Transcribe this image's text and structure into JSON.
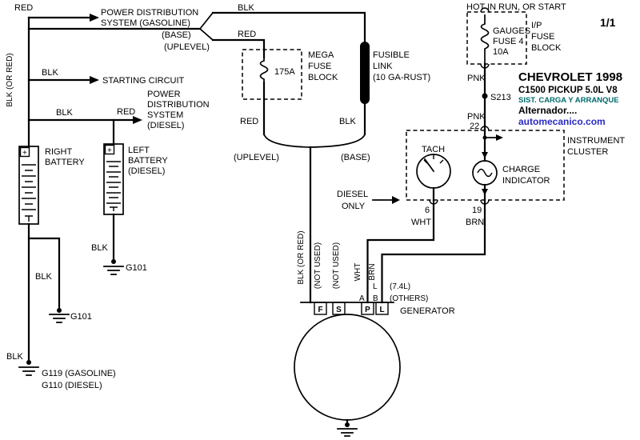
{
  "palette": {
    "line": "#000000",
    "background": "#ffffff",
    "system_text": "#006b6b",
    "site_text": "#2b2bc4"
  },
  "header": {
    "hot": "HOT IN RUN, OR START",
    "page": "1/1",
    "brand": "CHEVROLET 1998",
    "model": "C1500 PICKUP  5.0L  V8",
    "system": "SIST. CARGA Y ARRANQUE",
    "subsystem": "Alternador....",
    "site": "automecanico.com"
  },
  "fuse_block": {
    "fuse1": "GAUGES",
    "fuse2": "FUSE 4",
    "fuse3": "10A",
    "name1": "I/P",
    "name2": "FUSE",
    "name3": "BLOCK"
  },
  "cluster": {
    "name1": "INSTRUMENT",
    "name2": "CLUSTER",
    "tach": "TACH",
    "charge1": "CHARGE",
    "charge2": "INDICATOR",
    "pin_top": "22",
    "splice": "S213",
    "pnk1": "PNK",
    "pnk2": "PNK",
    "pin6": "6",
    "pin6_wire": "WHT",
    "pin19": "19",
    "pin19_wire": "BRN"
  },
  "left": {
    "red_top": "RED",
    "pds_gas1": "POWER DISTRIBUTION",
    "pds_gas2": "SYSTEM  (GASOLINE)",
    "base_top": "(BASE)",
    "uplevel_top": "(UPLEVEL)",
    "blk_feed": "BLK",
    "red_feed": "RED",
    "vert_label": "BLK (OR RED)",
    "blk_start": "BLK",
    "starting": "STARTING CIRCUIT",
    "blk_diesel": "BLK",
    "red_diesel": "RED",
    "pds_d1": "POWER",
    "pds_d2": "DISTRIBUTION",
    "pds_d3": "SYSTEM",
    "pds_d4": "(DIESEL)",
    "rb1": "RIGHT",
    "rb2": "BATTERY",
    "lb1": "LEFT",
    "lb2": "BATTERY",
    "lb3": "(DIESEL)",
    "rb_plus": "+",
    "lb_plus": "+",
    "blk_lb_gnd": "BLK",
    "g101_l": "G101",
    "blk_br_gnd": "BLK",
    "g101_r": "G101",
    "blk_main_gnd": "BLK",
    "g119": "G119 (GASOLINE)",
    "g110": "G110 (DIESEL)"
  },
  "center": {
    "mega1": "MEGA",
    "mega2": "FUSE",
    "mega3": "BLOCK",
    "fuse_rating": "175A",
    "fl1": "FUSIBLE",
    "fl2": "LINK",
    "fl3": "(10 GA-RUST)",
    "red_below": "RED",
    "blk_below": "BLK",
    "uplevel": "(UPLEVEL)",
    "base": "(BASE)",
    "main_vert": "BLK (OR RED)",
    "nu1": "(NOT USED)",
    "nu2": "(NOT USED)",
    "wht": "WHT",
    "brn": "BRN",
    "pin_a": "A",
    "pin_l": "L",
    "pin_b": "B",
    "v74": "(7.4L)",
    "others": "(OTHERS)",
    "tf": "F",
    "ts": "S",
    "tp": "P",
    "tl": "L",
    "generator": "GENERATOR",
    "diesel1": "DIESEL",
    "diesel2": "ONLY"
  }
}
